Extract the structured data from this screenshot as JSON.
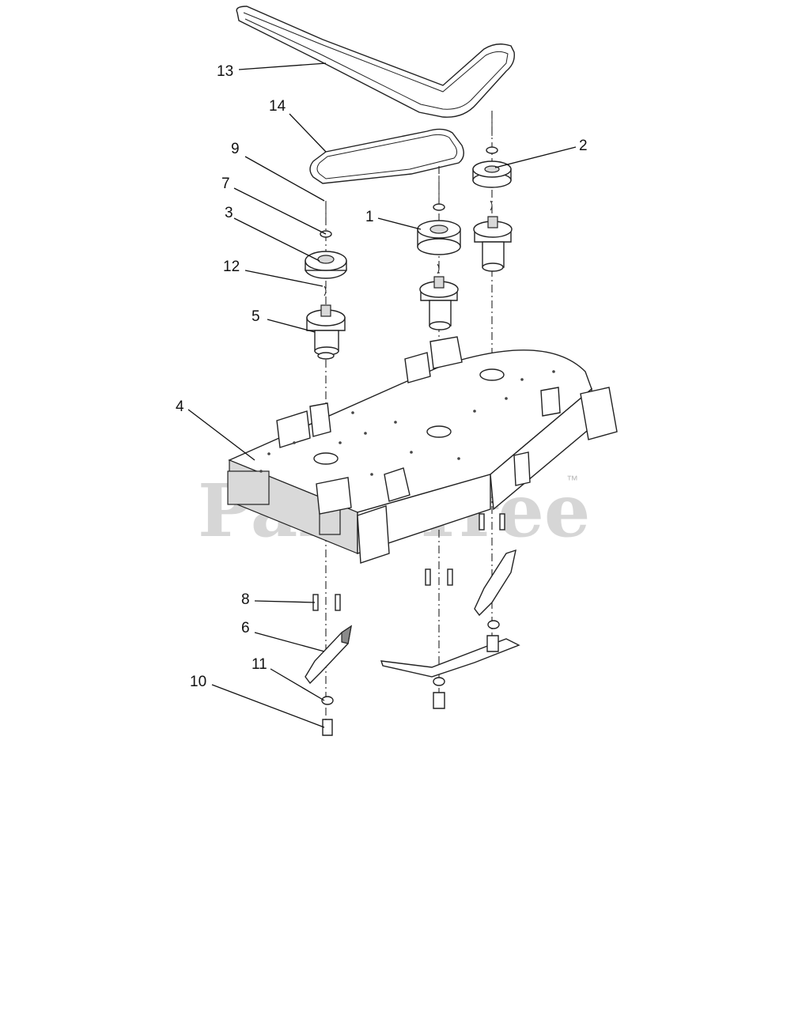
{
  "callouts": [
    {
      "id": "1",
      "label": "1"
    },
    {
      "id": "2",
      "label": "2"
    },
    {
      "id": "3",
      "label": "3"
    },
    {
      "id": "4",
      "label": "4"
    },
    {
      "id": "5",
      "label": "5"
    },
    {
      "id": "6",
      "label": "6"
    },
    {
      "id": "7",
      "label": "7"
    },
    {
      "id": "8",
      "label": "8"
    },
    {
      "id": "9",
      "label": "9"
    },
    {
      "id": "10",
      "label": "10"
    },
    {
      "id": "11",
      "label": "11"
    },
    {
      "id": "12",
      "label": "12"
    },
    {
      "id": "13",
      "label": "13"
    },
    {
      "id": "14",
      "label": "14"
    }
  ],
  "watermark": {
    "text": "PartsTree",
    "mark": "™"
  }
}
